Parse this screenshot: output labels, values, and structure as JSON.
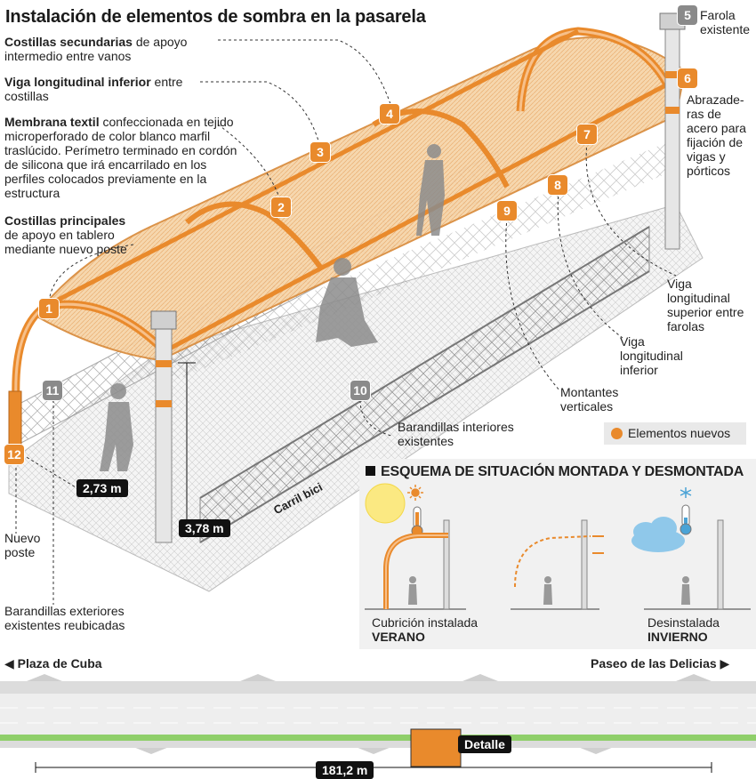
{
  "title": "Instalación de elementos de sombra en la pasarela",
  "notes": {
    "costillas_secundarias": {
      "bold": "Costillas secundarias",
      "rest": " de apoyo intermedio entre vanos"
    },
    "viga_inferior": {
      "bold": "Viga longitudinal inferior",
      "rest": " entre costillas"
    },
    "membrana": {
      "bold": "Membrana textil",
      "rest": " confeccionada en tejido microperforado de color blanco marfil traslúcido. Perímetro terminado en cordón de silicona que irá encarrilado en los perfiles colocados previamente en la estructura"
    },
    "costillas_principales": {
      "bold": "Costillas principales",
      "rest": "de apoyo en tablero mediante nuevo poste"
    }
  },
  "callouts": {
    "farola": "Farola existente",
    "abrazaderas": "Abrazade-ras de acero para fijación de vigas y pórticos",
    "viga_superior": "Viga longitudinal superior entre farolas",
    "viga_inferior_right": "Viga longitudinal inferior",
    "montantes": "Montantes verticales",
    "barandillas_interiores": "Barandillas interiores existentes",
    "nuevo_poste": "Nuevo poste",
    "barandillas_exteriores": "Barandillas exteriores existentes reubicadas",
    "carril_bici": "Carril bici"
  },
  "badges": [
    "1",
    "2",
    "3",
    "4",
    "5",
    "6",
    "7",
    "8",
    "9",
    "10",
    "11",
    "12"
  ],
  "dimensions": {
    "width": "2,73 m",
    "height": "3,78 m",
    "length": "181,2 m"
  },
  "legend": {
    "label": "Elementos nuevos",
    "color": "#e98a2c"
  },
  "schema": {
    "title": "ESQUEMA DE SITUACIÓN MONTADA Y DESMONTADA",
    "installed_caption": "Cubrición instalada",
    "installed_season": "VERANO",
    "removed_caption": "Desinstalada",
    "removed_season": "INVIERNO",
    "sun_icon": "sun-icon",
    "snow_icon": "snowflake-icon"
  },
  "map": {
    "left_place": "Plaza de Cuba",
    "right_place": "Paseo de las Delicias",
    "detail_label": "Detalle"
  },
  "colors": {
    "accent": "#e98a2c",
    "grey": "#8a8a8a",
    "mesh": "#f4c68e"
  }
}
